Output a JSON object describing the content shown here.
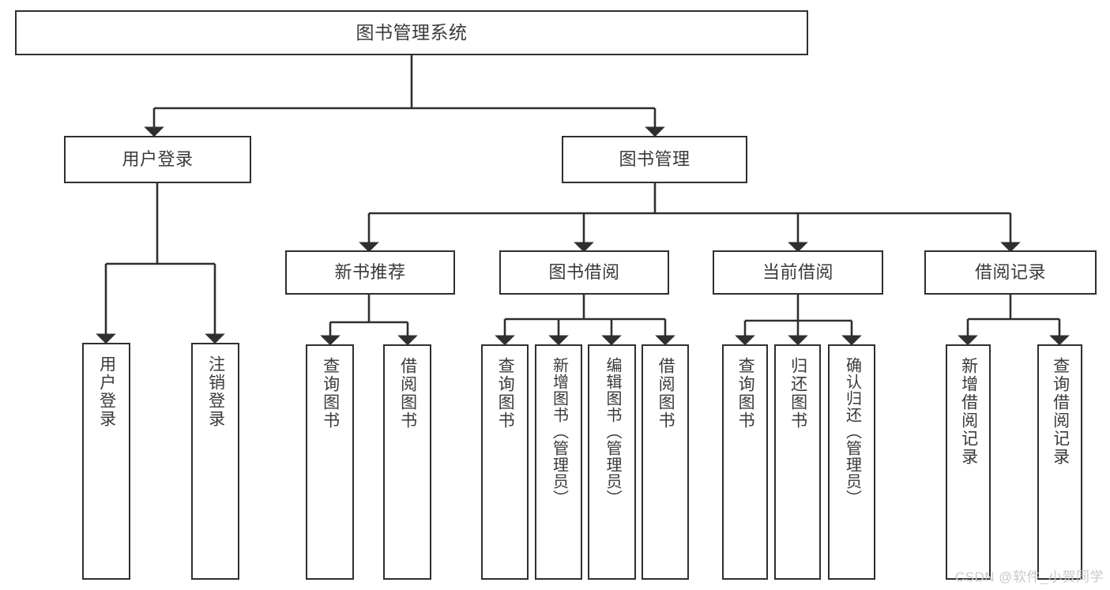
{
  "diagram": {
    "title_node": {
      "label": "图书管理系统"
    },
    "level1": [
      {
        "label": "用户登录"
      },
      {
        "label": "图书管理"
      }
    ],
    "level2": [
      {
        "label": "新书推荐"
      },
      {
        "label": "图书借阅"
      },
      {
        "label": "当前借阅"
      },
      {
        "label": "借阅记录"
      }
    ],
    "leaves": {
      "user_login": [
        {
          "label": "用户登录"
        },
        {
          "label": "注销登录"
        }
      ],
      "new_book_recommend": [
        {
          "label": "查询图书"
        },
        {
          "label": "借阅图书"
        }
      ],
      "book_borrow": [
        {
          "label": "查询图书"
        },
        {
          "label": "新增图书（管理员）"
        },
        {
          "label": "编辑图书（管理员）"
        },
        {
          "label": "借阅图书"
        }
      ],
      "current_borrow": [
        {
          "label": "查询图书"
        },
        {
          "label": "归还图书"
        },
        {
          "label": "确认归还（管理员）"
        }
      ],
      "borrow_record": [
        {
          "label": "新增借阅记录"
        },
        {
          "label": "查询借阅记录"
        }
      ]
    }
  },
  "watermark": {
    "text": "CSDN @软件_小贺同学"
  },
  "colors": {
    "stroke": "#2f2f2f",
    "text": "#3a3a3a",
    "background": "#ffffff",
    "watermark": "#c9c9c9"
  }
}
